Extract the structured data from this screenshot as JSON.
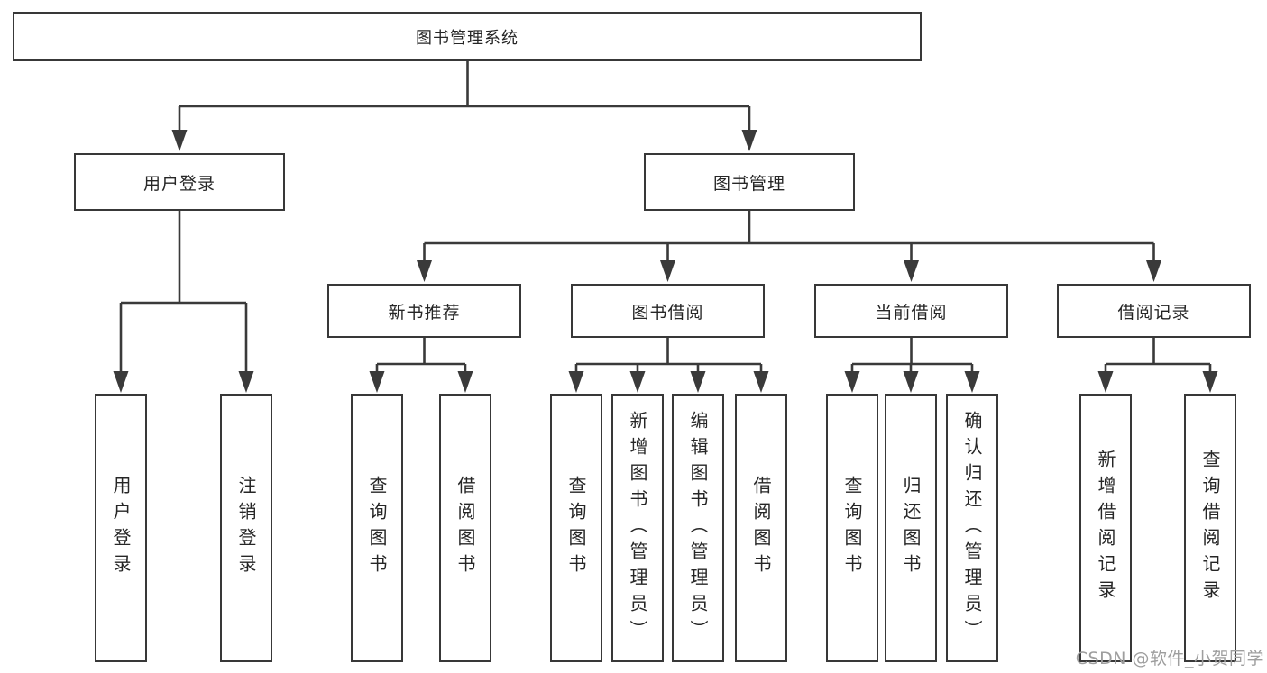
{
  "diagram_title": "图书管理系统",
  "nodes": {
    "root": "图书管理系统",
    "level2": [
      "用户登录",
      "图书管理"
    ],
    "level3": [
      "新书推荐",
      "图书借阅",
      "当前借阅",
      "借阅记录"
    ],
    "level4": [
      "用户登录",
      "注销登录",
      "查询图书",
      "借阅图书",
      "查询图书",
      "新增图书（管理员）",
      "编辑图书（管理员）",
      "借阅图书",
      "查询图书",
      "归还图书",
      "确认归还（管理员）",
      "新增借阅记录",
      "查询借阅记录"
    ]
  },
  "watermark": "CSDN @软件_小贺同学",
  "colors": {
    "line": "#3a3a3a",
    "box_border": "#383838",
    "text": "#262626",
    "watermark": "#9e9e9e",
    "background": "#ffffff"
  }
}
